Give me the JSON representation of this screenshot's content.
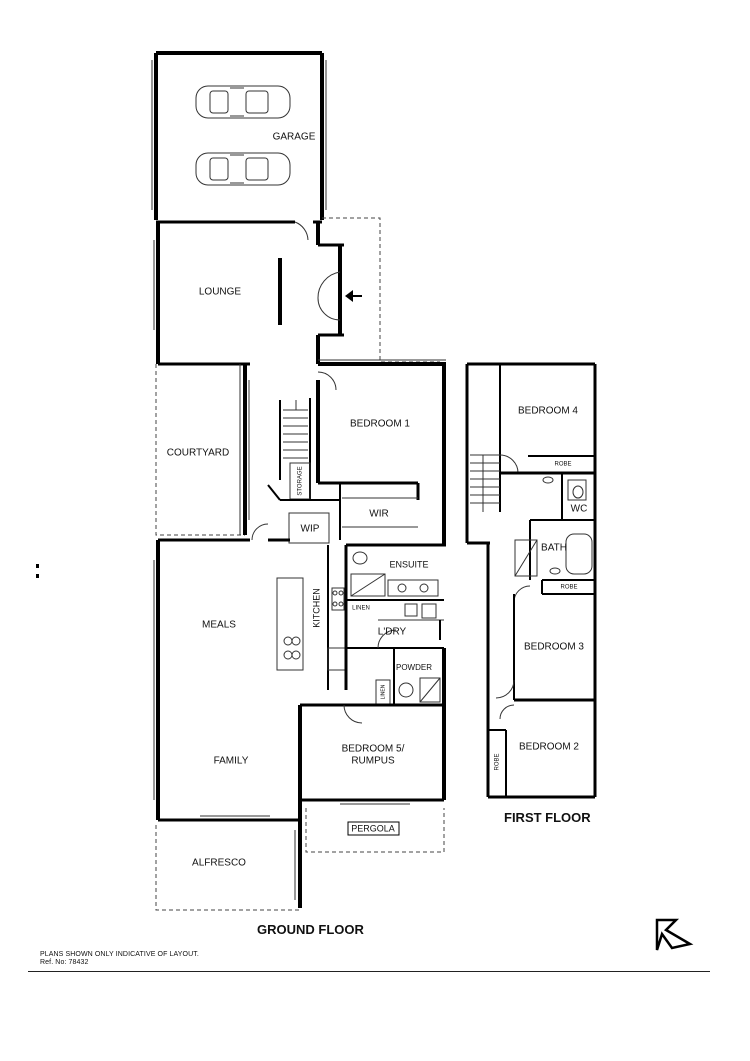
{
  "rooms": {
    "garage": "GARAGE",
    "lounge": "LOUNGE",
    "courtyard": "COURTYARD",
    "storage": "STORAGE",
    "bedroom1": "BEDROOM 1",
    "wip": "WIP",
    "wir": "WIR",
    "ensuite": "ENSUITE",
    "meals": "MEALS",
    "kitchen": "KITCHEN",
    "linen1": "LINEN",
    "ldry": "L'DRY",
    "powder": "POWDER",
    "linen2": "LINEN",
    "family": "FAMILY",
    "bedroom5": "BEDROOM 5/",
    "rumpus": "RUMPUS",
    "pergola": "PERGOLA",
    "alfresco": "ALFRESCO",
    "bedroom4": "BEDROOM 4",
    "robe1": "ROBE",
    "wc": "WC",
    "bath": "BATH",
    "robe2": "ROBE",
    "bedroom3": "BEDROOM 3",
    "bedroom2": "BEDROOM 2",
    "robe3": "ROBE"
  },
  "labels": {
    "ground_floor": "GROUND FLOOR",
    "first_floor": "FIRST FLOOR"
  },
  "footer": {
    "disclaimer": "PLANS SHOWN ONLY INDICATIVE OF LAYOUT.",
    "ref": "Ref. No: 78432"
  },
  "icons": {
    "north": "north-arrow-icon",
    "entry": "entry-arrow-icon"
  }
}
